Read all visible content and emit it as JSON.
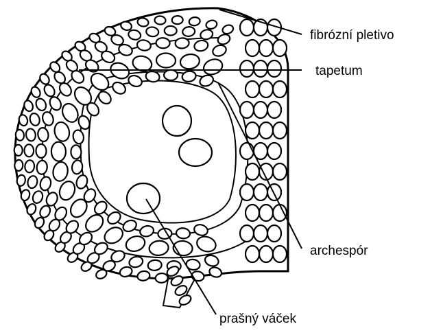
{
  "labels": {
    "fibrous_layer": "fibrózní pletivo",
    "tapetum": "tapetum",
    "archespore": "archespór",
    "pollen_sac": "prašný váček"
  },
  "colors": {
    "ink": "#000000",
    "background": "#ffffff"
  }
}
